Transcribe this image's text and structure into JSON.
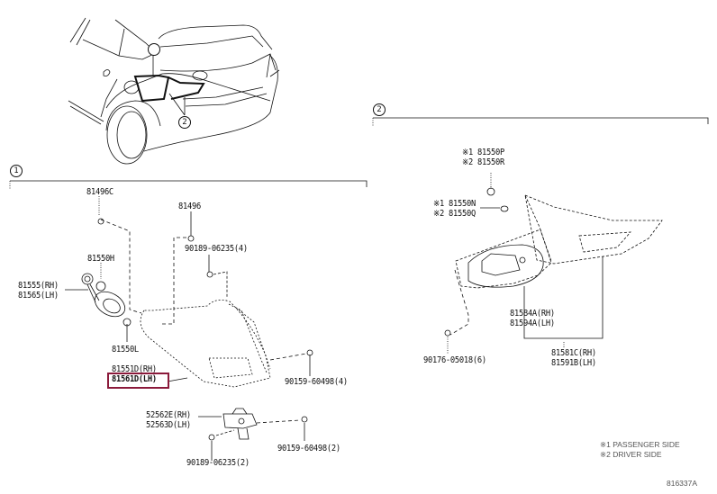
{
  "diagram": {
    "sections": [
      {
        "marker": "1",
        "label": "section-1"
      },
      {
        "marker": "2",
        "label": "section-2"
      }
    ],
    "overview": {
      "callout": "2"
    },
    "section1_parts": {
      "p81496C": "81496C",
      "p81496": "81496",
      "p90189_06235_4": "90189-06235(4)",
      "p81550H": "81550H",
      "p81555": "81555(RH)",
      "p81565": "81565(LH)",
      "p81550L": "81550L",
      "p81551D": "81551D(RH)",
      "p81561D": "81561D(LH)",
      "p90159_60498_4": "90159-60498(4)",
      "p52562E": "52562E(RH)",
      "p52563D": "52563D(LH)",
      "p90159_60498_2": "90159-60498(2)",
      "p90189_06235_2": "90189-06235(2)"
    },
    "section2_parts": {
      "p81550P": "※1 81550P",
      "p81550R": "※2 81550R",
      "p81550N": "※1 81550N",
      "p81550Q": "※2 81550Q",
      "p81584A": "81584A(RH)",
      "p81594A": "81594A(LH)",
      "p90176": "90176-05018(6)",
      "p81581C": "81581C(RH)",
      "p81591B": "81591B(LH)"
    },
    "legend": {
      "note1": "※1 PASSENGER SIDE",
      "note2": "※2 DRIVER SIDE"
    },
    "figure_id": "816337A",
    "highlight": {
      "part": "81561D(LH)",
      "color": "#8b1a3b"
    }
  }
}
